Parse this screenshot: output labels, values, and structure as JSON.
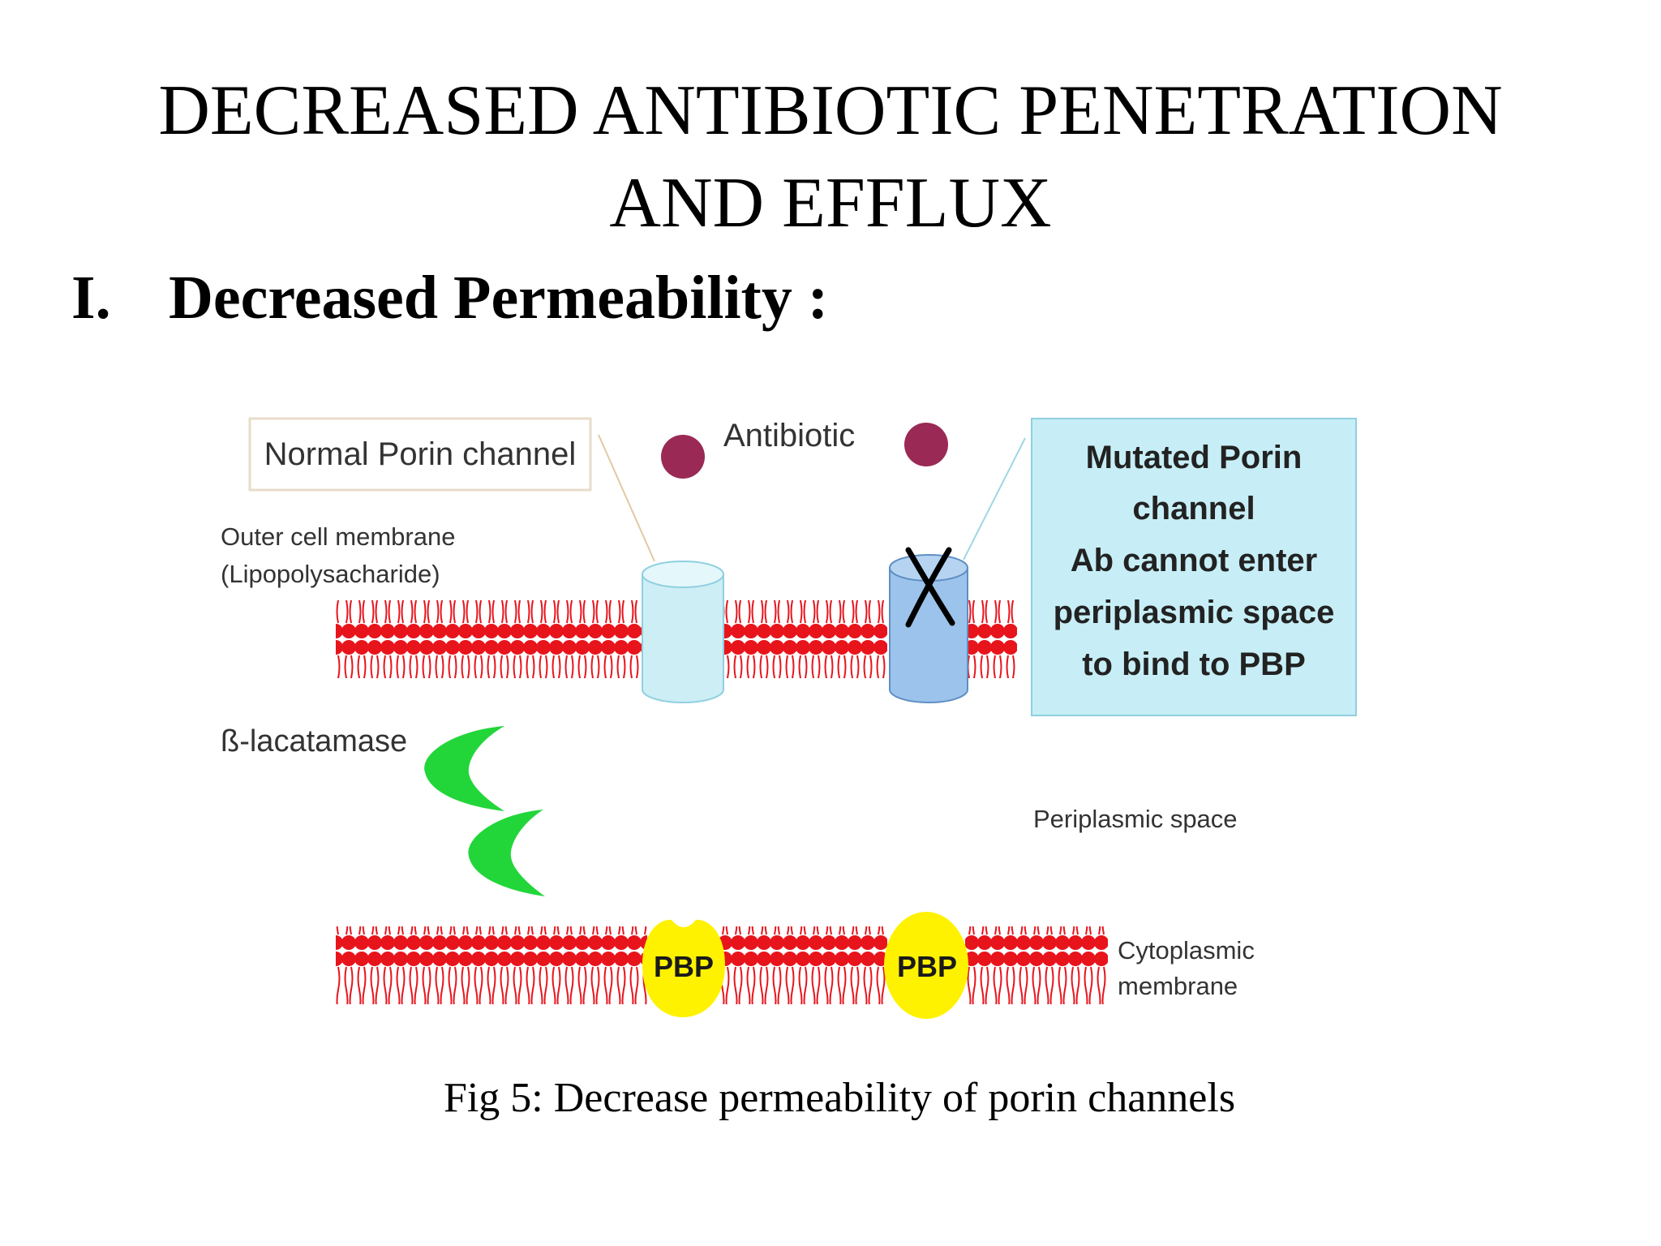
{
  "slide": {
    "title_line1": "DECREASED ANTIBIOTIC PENETRATION",
    "title_line2": "AND EFFLUX",
    "section_number": "I.",
    "section_heading": "Decreased Permeability :"
  },
  "figure": {
    "normal_porin_label": "Normal Porin channel",
    "antibiotic_label": "Antibiotic",
    "outer_membrane_line1": "Outer cell membrane",
    "outer_membrane_line2": "(Lipopolysacharide)",
    "mutated_box_lines": [
      "Mutated Porin",
      "channel",
      "Ab cannot enter",
      "periplasmic space",
      "to bind to PBP"
    ],
    "beta_lactamase_label": "ß-lacatamase",
    "periplasmic_space_label": "Periplasmic space",
    "pbp_labels": [
      "PBP",
      "PBP"
    ],
    "cytoplasmic_line1": "Cytoplasmic",
    "cytoplasmic_line2": "membrane",
    "colors": {
      "membrane_red": "#e8141c",
      "normal_porin": "#cdeef5",
      "mutated_porin": "#9cc3eb",
      "antibiotic": "#9a2a55",
      "beta_lactamase": "#22d63a",
      "pbp": "#fff200",
      "mutated_box": "#c7eef6"
    }
  },
  "caption": "Fig 5: Decrease permeability of porin channels"
}
